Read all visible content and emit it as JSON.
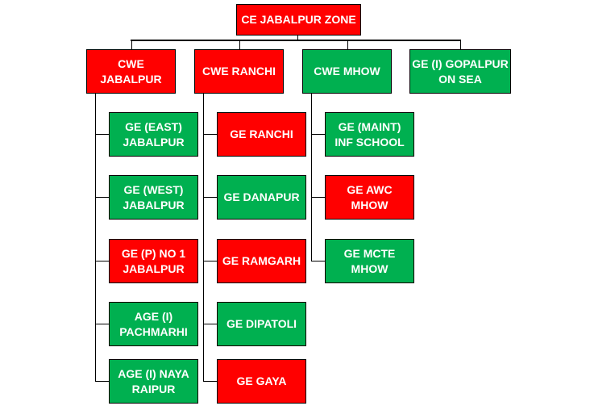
{
  "colors": {
    "red": "#FF0000",
    "green": "#00B050"
  },
  "root": {
    "label": "CE JABALPUR ZONE",
    "status": "red"
  },
  "branches": [
    {
      "label": "CWE\nJABALPUR",
      "status": "red",
      "children": [
        {
          "label": "GE (EAST)\nJABALPUR",
          "status": "green"
        },
        {
          "label": "GE (WEST)\nJABALPUR",
          "status": "green"
        },
        {
          "label": "GE (P) NO 1\nJABALPUR",
          "status": "red"
        },
        {
          "label": "AGE (I)\nPACHMARHI",
          "status": "green"
        },
        {
          "label": "AGE (I) NAYA\nRAIPUR",
          "status": "green"
        }
      ]
    },
    {
      "label": "CWE RANCHI",
      "status": "red",
      "children": [
        {
          "label": "GE RANCHI",
          "status": "red"
        },
        {
          "label": "GE DANAPUR",
          "status": "green"
        },
        {
          "label": "GE RAMGARH",
          "status": "red"
        },
        {
          "label": "GE DIPATOLI",
          "status": "green"
        },
        {
          "label": "GE GAYA",
          "status": "red"
        }
      ]
    },
    {
      "label": "CWE MHOW",
      "status": "green",
      "children": [
        {
          "label": "GE (MAINT)\nINF SCHOOL",
          "status": "green"
        },
        {
          "label": "GE AWC\nMHOW",
          "status": "red"
        },
        {
          "label": "GE MCTE\nMHOW",
          "status": "green"
        }
      ]
    },
    {
      "label": "GE (I) GOPALPUR\nON SEA",
      "status": "green",
      "children": []
    }
  ]
}
